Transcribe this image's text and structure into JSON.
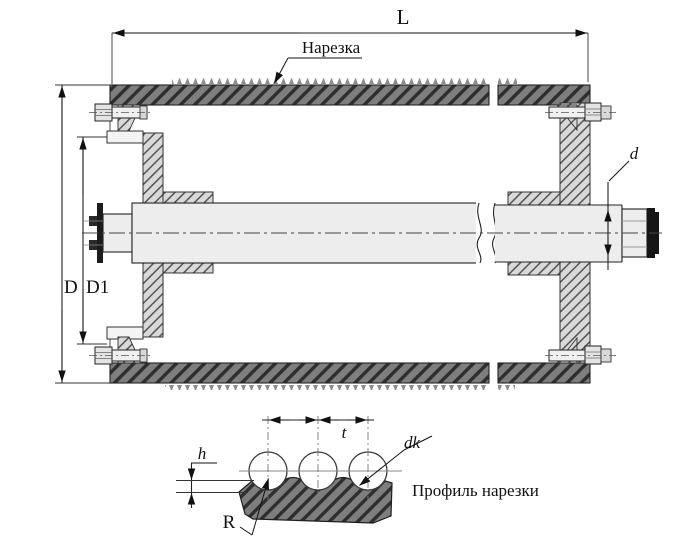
{
  "figure": {
    "surface_label": "Нарезка",
    "profile_caption": "Профиль нарезки",
    "dimensions": {
      "length": "L",
      "drum_diameter": "D",
      "inner_diameter": "D1",
      "shaft_diameter": "d",
      "groove_pitch": "t",
      "groove_depth": "h",
      "rope_groove_diameter": "dk",
      "groove_radius": "R"
    },
    "colors": {
      "line": "#1a1a1a",
      "steel_section_dark": "#7e7e7e",
      "steel_section_light": "#d9d9d9",
      "shaft_fill": "#ededed",
      "background": "#ffffff"
    }
  }
}
